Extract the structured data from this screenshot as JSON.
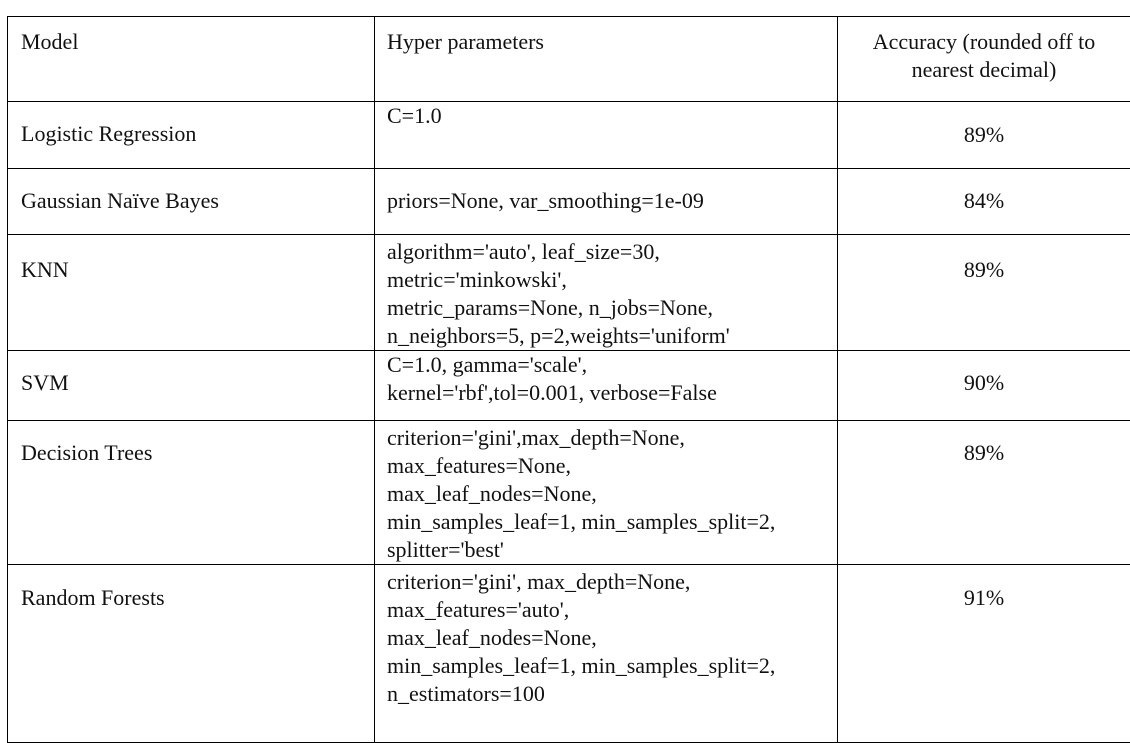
{
  "table": {
    "headers": {
      "model": "Model",
      "hyper": "Hyper parameters",
      "accuracy_line1": "Accuracy (rounded off to",
      "accuracy_line2": "nearest decimal)"
    },
    "rows": [
      {
        "model": "Logistic Regression",
        "hyper_lines": [
          "C=1.0"
        ],
        "accuracy": "89%"
      },
      {
        "model": "Gaussian Naïve Bayes",
        "hyper_lines": [
          "priors=None, var_smoothing=1e-09"
        ],
        "accuracy": "84%"
      },
      {
        "model": "KNN",
        "hyper_lines": [
          "algorithm='auto', leaf_size=30,",
          "metric='minkowski',",
          "metric_params=None, n_jobs=None,",
          "n_neighbors=5, p=2,weights='uniform'"
        ],
        "accuracy": "89%"
      },
      {
        "model": "SVM",
        "hyper_lines": [
          "C=1.0, gamma='scale',",
          "kernel='rbf',tol=0.001, verbose=False"
        ],
        "accuracy": "90%"
      },
      {
        "model": "Decision Trees",
        "hyper_lines": [
          "criterion='gini',max_depth=None,",
          "max_features=None,",
          "max_leaf_nodes=None,",
          "min_samples_leaf=1, min_samples_split=2,",
          "splitter='best'"
        ],
        "accuracy": "89%"
      },
      {
        "model": "Random Forests",
        "hyper_lines": [
          "criterion='gini', max_depth=None,",
          "max_features='auto',",
          "max_leaf_nodes=None,",
          "min_samples_leaf=1, min_samples_split=2,",
          "n_estimators=100"
        ],
        "accuracy": "91%"
      }
    ]
  }
}
